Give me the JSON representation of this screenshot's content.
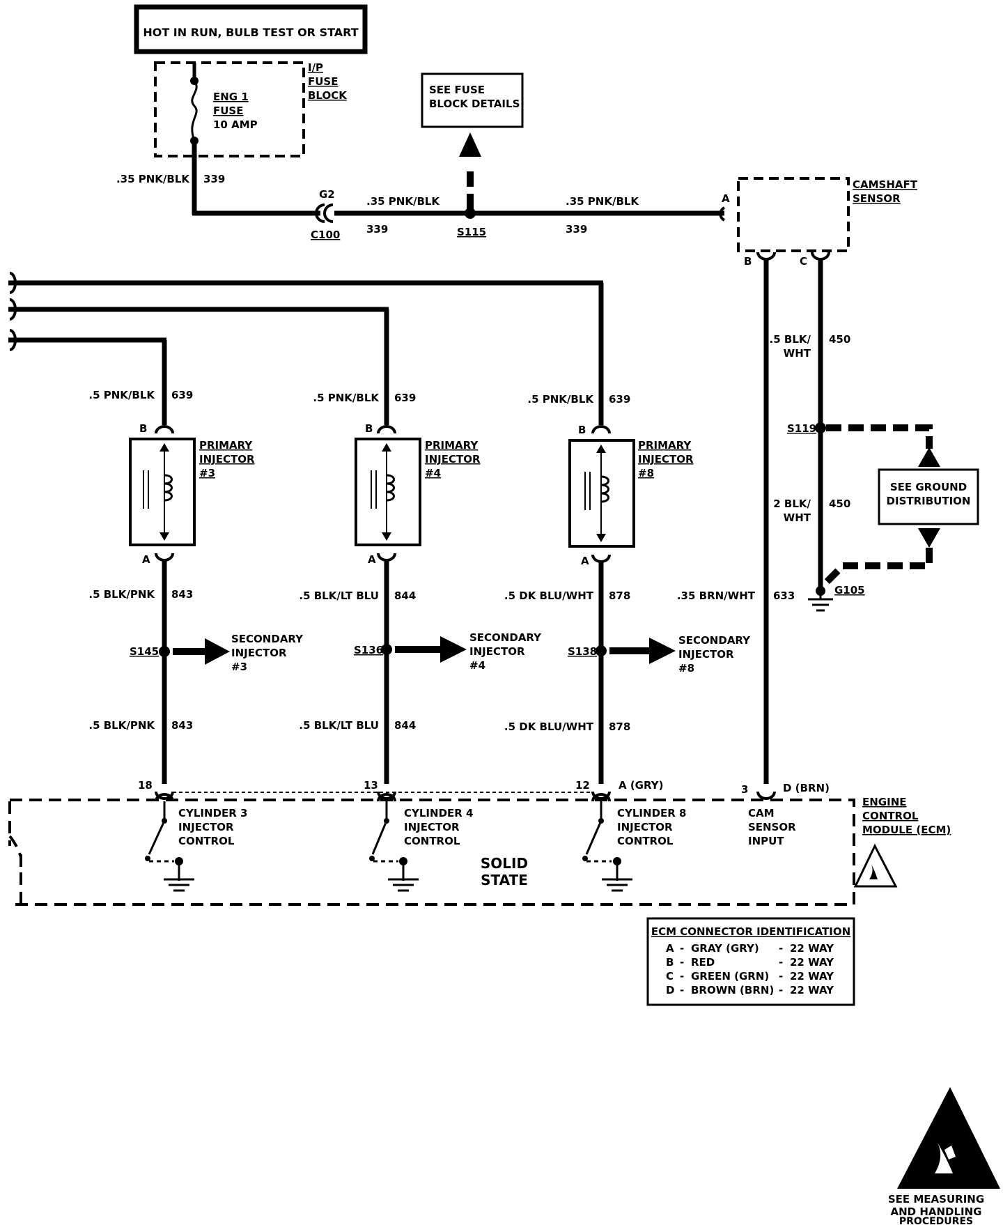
{
  "power": {
    "title": "HOT IN RUN, BULB TEST OR START",
    "fuse_name_1": "ENG 1",
    "fuse_name_2": "FUSE",
    "fuse_rating": "10 AMP",
    "fuse_block_1": "I/P",
    "fuse_block_2": "FUSE",
    "fuse_block_3": "BLOCK",
    "wire_a": ".35 PNK/BLK",
    "circuit_a": "339",
    "wire_b": ".35 PNK/BLK",
    "circuit_b": "339",
    "wire_c": ".35 PNK/BLK",
    "circuit_c": "339",
    "g2": "G2",
    "c100": "C100",
    "s115": "S115",
    "see_fuse_1": "SEE FUSE",
    "see_fuse_2": "BLOCK DETAILS"
  },
  "camshaft": {
    "name_1": "CAMSHAFT",
    "name_2": "SENSOR",
    "pin_a": "A",
    "pin_b": "B",
    "pin_c": "C",
    "wire_c_1": ".5 BLK/",
    "wire_c_2": "WHT",
    "circuit_c": "450",
    "s119": "S119",
    "wire_g_1": "2 BLK/",
    "wire_g_2": "WHT",
    "circuit_g": "450",
    "g105": "G105",
    "see_ground_1": "SEE GROUND",
    "see_ground_2": "DISTRIBUTION",
    "wire_b": ".35 BRN/WHT",
    "circuit_b": "633"
  },
  "injectors": [
    {
      "feed_wire": ".5 PNK/BLK",
      "feed_circuit": "639",
      "pin_b": "B",
      "pin_a": "A",
      "name_1": "PRIMARY",
      "name_2": "INJECTOR",
      "name_3": "#3",
      "wire_1": ".5 BLK/PNK",
      "circuit_1": "843",
      "splice": "S145",
      "sec_1": "SECONDARY",
      "sec_2": "INJECTOR",
      "sec_3": "#3",
      "wire_2": ".5 BLK/PNK",
      "circuit_2": "843",
      "ecm_pin": "18",
      "ctrl_1": "CYLINDER 3",
      "ctrl_2": "INJECTOR",
      "ctrl_3": "CONTROL"
    },
    {
      "feed_wire": ".5 PNK/BLK",
      "feed_circuit": "639",
      "pin_b": "B",
      "pin_a": "A",
      "name_1": "PRIMARY",
      "name_2": "INJECTOR",
      "name_3": "#4",
      "wire_1": ".5 BLK/LT BLU",
      "circuit_1": "844",
      "splice": "S136",
      "sec_1": "SECONDARY",
      "sec_2": "INJECTOR",
      "sec_3": "#4",
      "wire_2": ".5 BLK/LT BLU",
      "circuit_2": "844",
      "ecm_pin": "13",
      "ctrl_1": "CYLINDER 4",
      "ctrl_2": "INJECTOR",
      "ctrl_3": "CONTROL"
    },
    {
      "feed_wire": ".5 PNK/BLK",
      "feed_circuit": "639",
      "pin_b": "B",
      "pin_a": "A",
      "name_1": "PRIMARY",
      "name_2": "INJECTOR",
      "name_3": "#8",
      "wire_1": ".5 DK BLU/WHT",
      "circuit_1": "878",
      "splice": "S138",
      "sec_1": "SECONDARY",
      "sec_2": "INJECTOR",
      "sec_3": "#8",
      "wire_2": ".5 DK BLU/WHT",
      "circuit_2": "878",
      "ecm_pin": "12",
      "ctrl_1": "CYLINDER 8",
      "ctrl_2": "INJECTOR",
      "ctrl_3": "CONTROL"
    }
  ],
  "ecm": {
    "conn_a": "A (GRY)",
    "cam_pin": "3",
    "conn_d": "D (BRN)",
    "cam_1": "CAM",
    "cam_2": "SENSOR",
    "cam_3": "INPUT",
    "solid_1": "SOLID",
    "solid_2": "STATE",
    "name_1": "ENGINE",
    "name_2": "CONTROL",
    "name_3": "MODULE (ECM)"
  },
  "connector_id": {
    "title": "ECM CONNECTOR IDENTIFICATION",
    "rows": [
      {
        "letter": "A",
        "color": "GRAY (GRY)",
        "size": "22 WAY"
      },
      {
        "letter": "B",
        "color": "RED",
        "size": "22 WAY"
      },
      {
        "letter": "C",
        "color": "GREEN (GRN)",
        "size": "22 WAY"
      },
      {
        "letter": "D",
        "color": "BROWN (BRN)",
        "size": "22 WAY"
      }
    ]
  },
  "esd": {
    "line_1": "SEE MEASURING",
    "line_2": "AND HANDLING",
    "line_3": "PROCEDURES"
  }
}
